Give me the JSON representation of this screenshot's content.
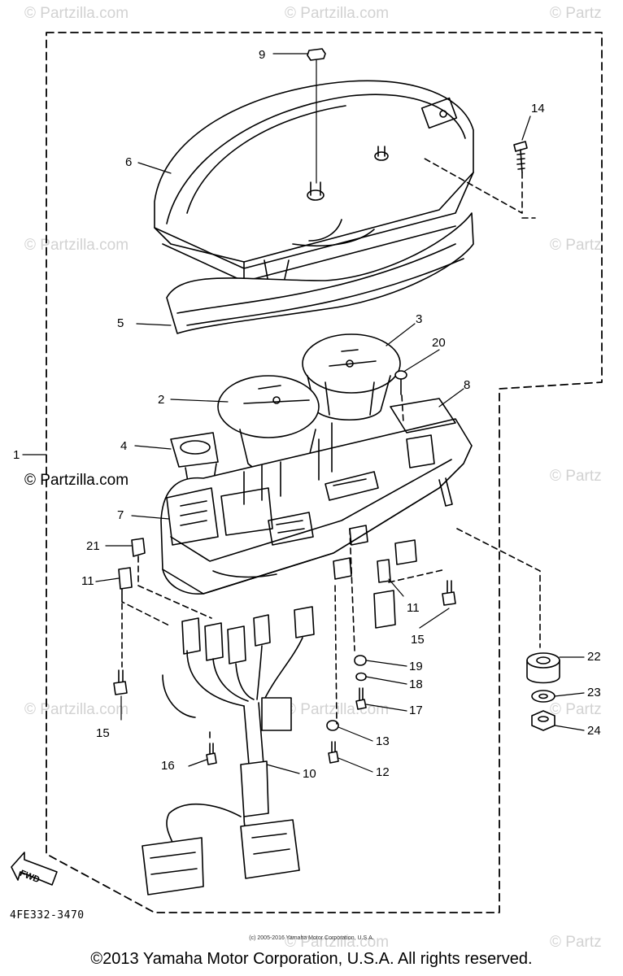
{
  "watermark": {
    "short_text": "© Partzilla.com",
    "cut_text": "© Partz",
    "main_text": "© Partzilla.com"
  },
  "callouts": [
    "1",
    "2",
    "3",
    "4",
    "5",
    "6",
    "7",
    "8",
    "9",
    "10",
    "11",
    "11",
    "12",
    "13",
    "14",
    "15",
    "15",
    "16",
    "17",
    "18",
    "19",
    "20",
    "21",
    "22",
    "23",
    "24"
  ],
  "fwd_label": "FWD",
  "part_code": "4FE332-3470",
  "small_copyright": "(c) 2005-2016 Yamaha Motor Corporation, U.S.A.",
  "footer_copyright": "©2013 Yamaha Motor Corporation, U.S.A. All rights reserved."
}
